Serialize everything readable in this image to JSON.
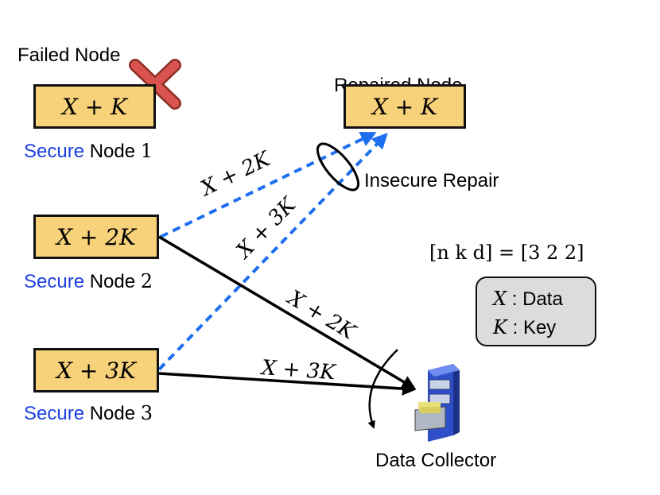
{
  "failed_label": "Failed Node",
  "repaired_label": "Repaired Node",
  "nodes": [
    {
      "content": "X + K",
      "secure": "Secure",
      "name": "Node",
      "index": "1"
    },
    {
      "content": "X + 2K",
      "secure": "Secure",
      "name": "Node",
      "index": "2"
    },
    {
      "content": "X + 3K",
      "secure": "Secure",
      "name": "Node",
      "index": "3"
    }
  ],
  "repaired_content": "X + K",
  "insecure_repair_label": "Insecure Repair",
  "edge_labels": {
    "repair_from_node2": "X + 2K",
    "repair_from_node3": "X + 3K",
    "collect_from_node2": "X + 2K",
    "collect_from_node3": "X + 3K"
  },
  "params": "[n  k  d] = [3  2  2]",
  "legend": [
    {
      "symbol": "X",
      "desc": "Data"
    },
    {
      "symbol": "K",
      "desc": "Key"
    }
  ],
  "collector_label": "Data Collector",
  "colors": {
    "node_fill": "#f8d27a",
    "secure_text": "#1a3fe0",
    "repair_line": "#1e6ff0",
    "cross": "#d9534f"
  }
}
